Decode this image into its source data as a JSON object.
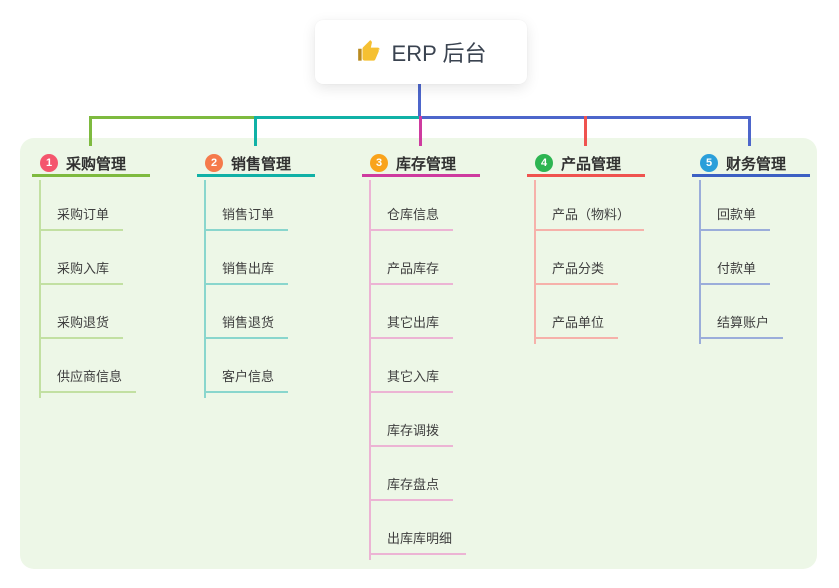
{
  "root": {
    "label": "ERP 后台",
    "icon": "thumbs-up-icon"
  },
  "branches": [
    {
      "badge": "1",
      "label": "采购管理",
      "badge_color": "#f4566d",
      "accent_color": "#7eba3f",
      "child_line_color": "#c2e0a2",
      "children": [
        "采购订单",
        "采购入库",
        "采购退货",
        "供应商信息"
      ]
    },
    {
      "badge": "2",
      "label": "销售管理",
      "badge_color": "#f57a4b",
      "accent_color": "#10b1a6",
      "child_line_color": "#89d6cd",
      "children": [
        "销售订单",
        "销售出库",
        "销售退货",
        "客户信息"
      ]
    },
    {
      "badge": "3",
      "label": "库存管理",
      "badge_color": "#f9a31b",
      "accent_color": "#ce3b9f",
      "child_line_color": "#ecb4d4",
      "children": [
        "仓库信息",
        "产品库存",
        "其它出库",
        "其它入库",
        "库存调拨",
        "库存盘点",
        "出库库明细"
      ]
    },
    {
      "badge": "4",
      "label": "产品管理",
      "badge_color": "#2db552",
      "accent_color": "#ef534f",
      "child_line_color": "#f6b1aa",
      "children": [
        "产品（物料）",
        "产品分类",
        "产品单位"
      ]
    },
    {
      "badge": "5",
      "label": "财务管理",
      "badge_color": "#2b9fda",
      "accent_color": "#3c60c3",
      "child_line_color": "#9badda",
      "children": [
        "回款单",
        "付款单",
        "结算账户"
      ]
    }
  ],
  "colors": {
    "panel_background": "#edf7e7",
    "root_stem": "#4d66cb",
    "root_text": "#3a4350",
    "child_text": "#3f3f3f"
  }
}
